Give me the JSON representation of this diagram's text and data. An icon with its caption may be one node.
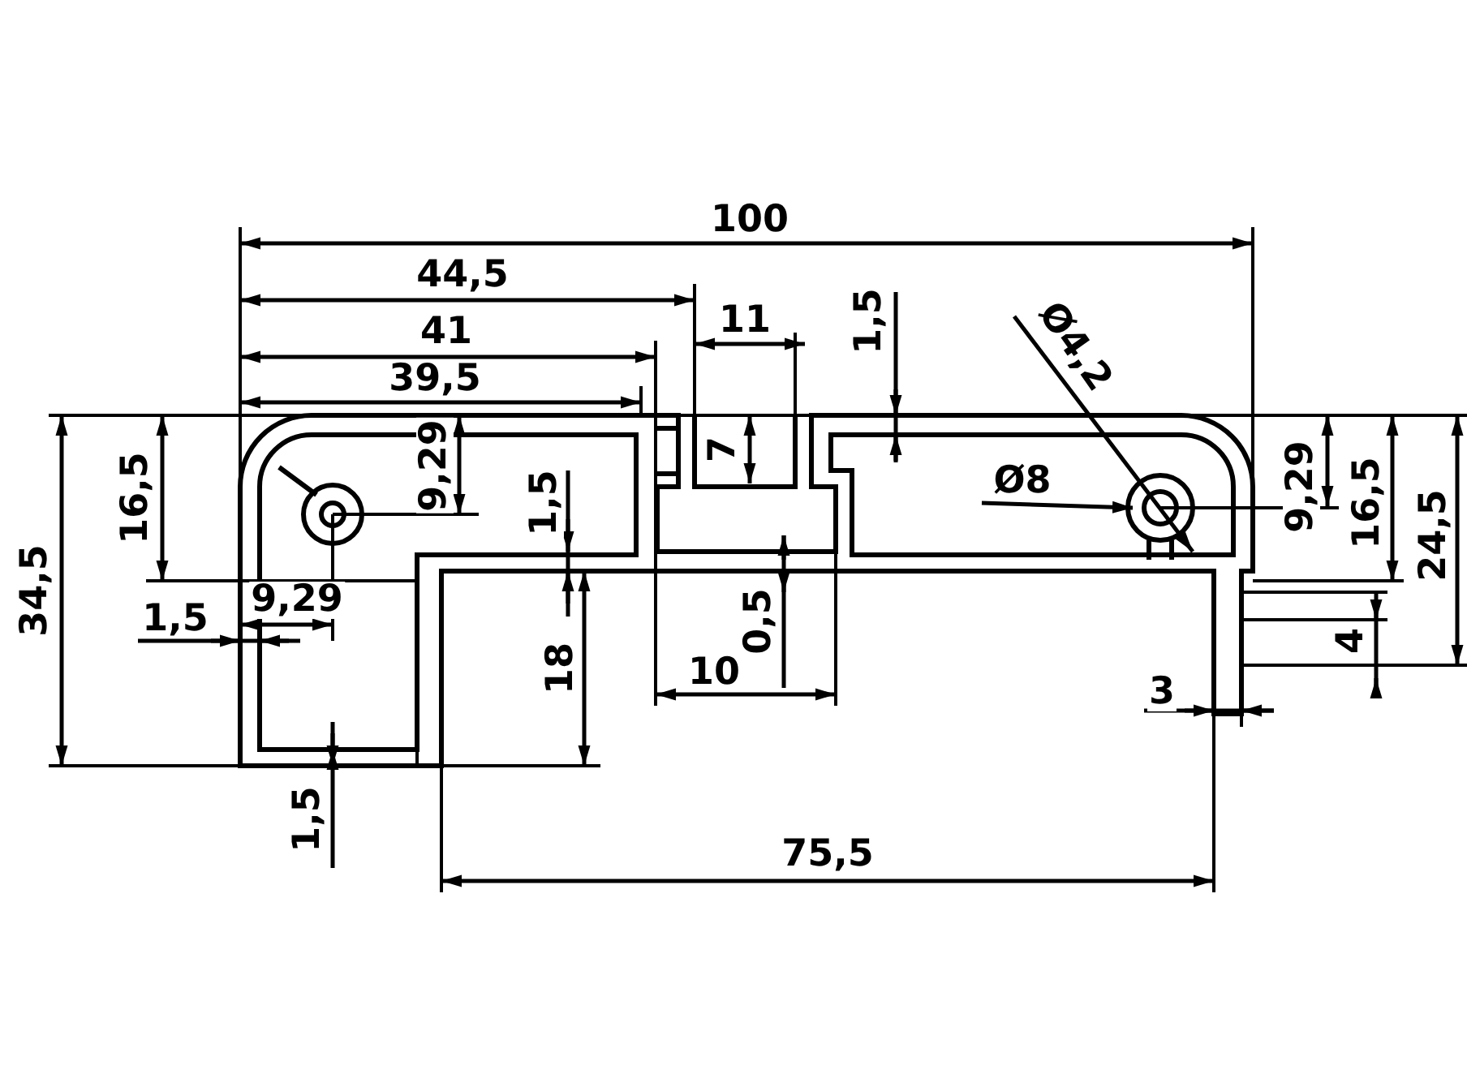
{
  "diagram": {
    "labels": [
      "100",
      "44,5",
      "41",
      "11",
      "1,5",
      "Ø4,2",
      "39,5",
      "7",
      "16,5",
      "9,29",
      "1,5",
      "Ø8",
      "9,29",
      "16,5",
      "24,5",
      "34,5",
      "1,5",
      "9,29",
      "0,5",
      "18",
      "10",
      "4",
      "3",
      "1,5",
      "75,5"
    ]
  }
}
